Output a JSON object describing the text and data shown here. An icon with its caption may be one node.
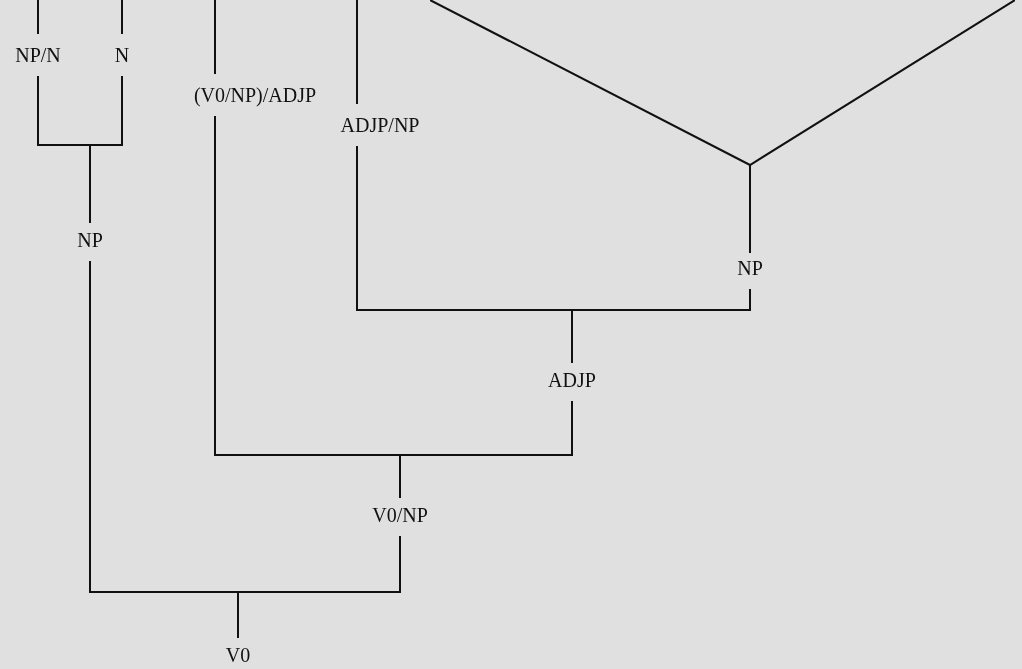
{
  "diagram": {
    "nodes": [
      {
        "text": [
          "NP/N"
        ]
      },
      {
        "text": [
          "N"
        ]
      },
      {
        "text": [
          "(V0/NP)/ADJP"
        ]
      },
      {
        "text": [
          "ADJP/NP"
        ]
      },
      {
        "text": [
          "NP"
        ]
      },
      {
        "text": [],
        "shape": "triangle"
      },
      {
        "text": [
          "NP"
        ]
      },
      {
        "text": [
          "ADJP"
        ]
      },
      {
        "text": [
          "V0/NP"
        ]
      },
      {
        "text": [
          "V0"
        ]
      }
    ],
    "edges": [
      {
        "from": null,
        "to": 0,
        "arrow": "none"
      },
      {
        "from": null,
        "to": 1,
        "arrow": "none"
      },
      {
        "from": null,
        "to": 2,
        "arrow": "none"
      },
      {
        "from": null,
        "to": 3,
        "arrow": "none"
      },
      {
        "from": 0,
        "to": 4,
        "arrow": "none"
      },
      {
        "from": 1,
        "to": 4,
        "arrow": "none"
      },
      {
        "from": 5,
        "to": 6,
        "arrow": "none"
      },
      {
        "from": 3,
        "to": 7,
        "arrow": "none"
      },
      {
        "from": 6,
        "to": 7,
        "arrow": "none"
      },
      {
        "from": 2,
        "to": 8,
        "arrow": "none"
      },
      {
        "from": 7,
        "to": 8,
        "arrow": "none"
      },
      {
        "from": 4,
        "to": 9,
        "arrow": "none"
      },
      {
        "from": 8,
        "to": 9,
        "arrow": "none"
      }
    ]
  }
}
